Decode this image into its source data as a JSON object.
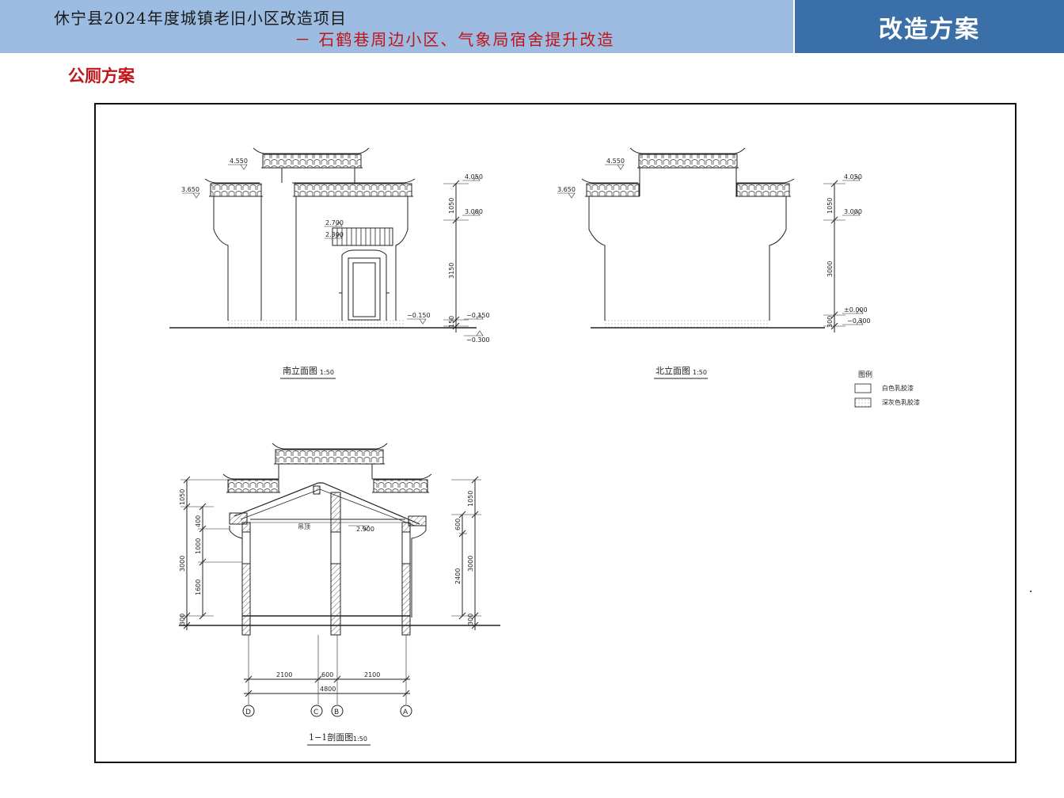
{
  "header": {
    "project_title": "休宁县2024年度城镇老旧小区改造项目",
    "project_subtitle": "－ 石鹤巷周边小区、气象局宿舍提升改造",
    "section_tag": "改造方案"
  },
  "page_heading": "公厕方案",
  "south_elevation": {
    "title": "南立面图",
    "scale": "1:50",
    "levels": [
      "4.550",
      "3.650",
      "4.050",
      "3.000",
      "2.700",
      "2.300",
      "−0.150",
      "−0.150",
      "−0.300"
    ],
    "dims": [
      "1050",
      "3150",
      "150"
    ]
  },
  "north_elevation": {
    "title": "北立面图",
    "scale": "1:50",
    "levels": [
      "4.550",
      "3.650",
      "4.050",
      "3.000",
      "±0.000",
      "−0.300"
    ],
    "dims": [
      "1050",
      "3000",
      "300"
    ]
  },
  "legend": {
    "title": "图例",
    "items": [
      {
        "label": "白色乳胶漆"
      },
      {
        "label": "深灰色乳胶漆"
      }
    ]
  },
  "section_1_1": {
    "title": "1−1剖面图",
    "scale": "1:50",
    "left_dims": [
      "1050",
      "400",
      "1000",
      "3000",
      "1600",
      "300"
    ],
    "right_dims": [
      "1050",
      "600",
      "2400",
      "3000",
      "300"
    ],
    "level": "2.900",
    "ceiling_label": "吊顶",
    "bottom_dims": [
      "2100",
      "600",
      "2100",
      "4800"
    ],
    "axes": [
      "D",
      "C",
      "B",
      "A"
    ]
  }
}
